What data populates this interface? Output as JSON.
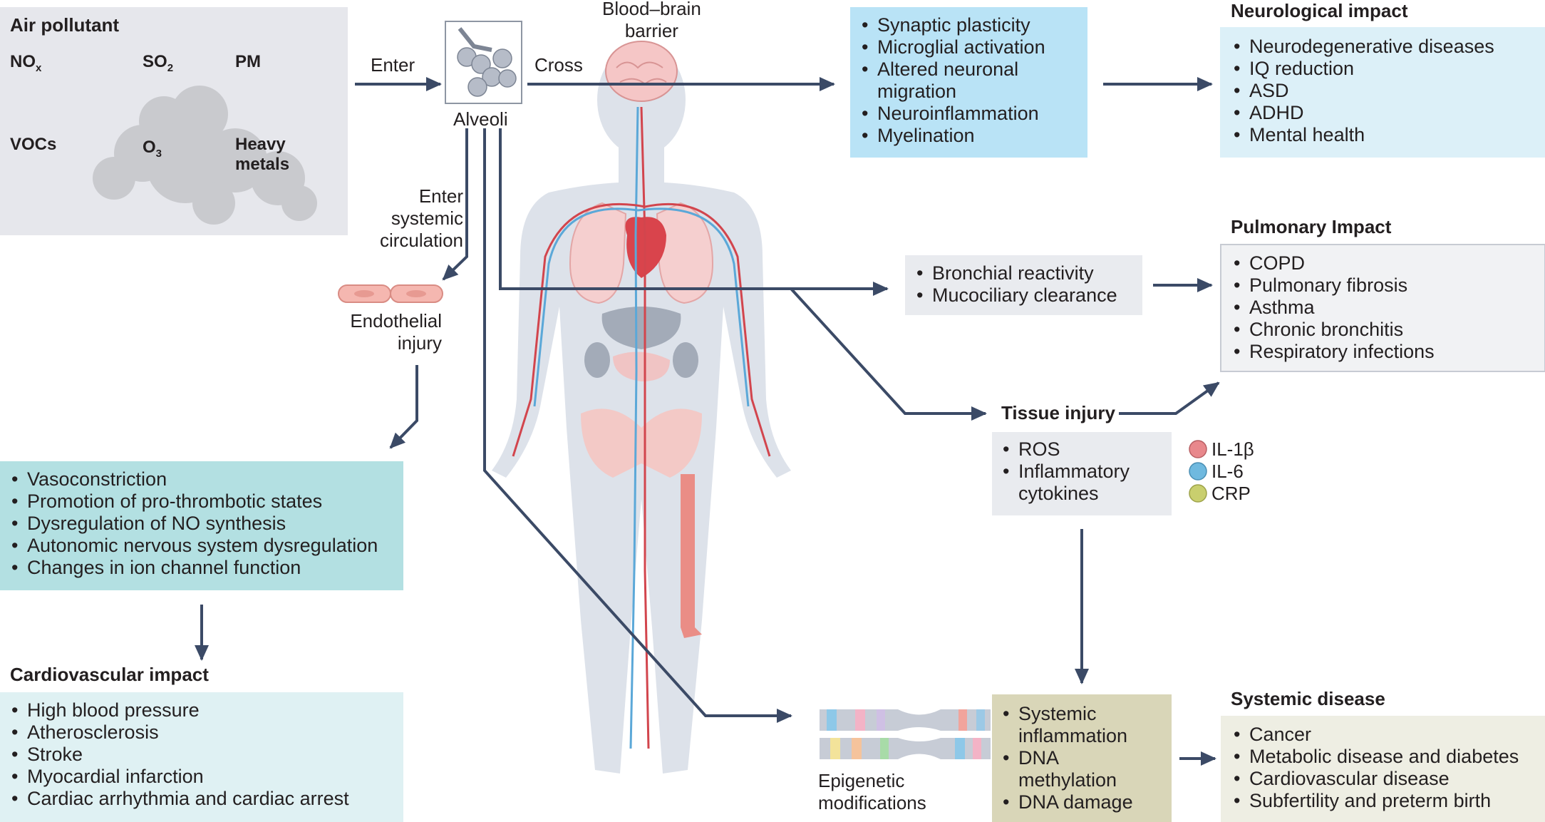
{
  "air_pollutant": {
    "title": "Air pollutant",
    "nox": "NO",
    "nox_sub": "x",
    "so2": "SO",
    "so2_sub": "2",
    "pm": "PM",
    "vocs": "VOCs",
    "o3": "O",
    "o3_sub": "3",
    "heavy_metals_1": "Heavy",
    "heavy_metals_2": "metals"
  },
  "labels": {
    "enter": "Enter",
    "alveoli": "Alveoli",
    "cross": "Cross",
    "bbb_1": "Blood–brain",
    "bbb_2": "barrier",
    "enter_systemic_1": "Enter",
    "enter_systemic_2": "systemic",
    "enter_systemic_3": "circulation",
    "endothelial_1": "Endothelial",
    "endothelial_2": "injury",
    "epigenetic_1": "Epigenetic",
    "epigenetic_2": "modifications"
  },
  "brain_effects": [
    "Synaptic plasticity",
    "Microglial activation",
    "Altered neuronal",
    "migration",
    "Neuroinflammation",
    "Myelination"
  ],
  "neurological": {
    "title": "Neurological impact",
    "items": [
      "Neurodegenerative diseases",
      "IQ reduction",
      "ASD",
      "ADHD",
      "Mental health"
    ]
  },
  "lung_effects": [
    "Bronchial reactivity",
    "Mucociliary clearance"
  ],
  "pulmonary": {
    "title": "Pulmonary Impact",
    "items": [
      "COPD",
      "Pulmonary fibrosis",
      "Asthma",
      "Chronic bronchitis",
      "Respiratory infections"
    ]
  },
  "tissue_injury": {
    "title": "Tissue injury",
    "items": [
      "ROS",
      "Inflammatory",
      "cytokines"
    ]
  },
  "cytokines": [
    {
      "label": "IL-1β",
      "color": "#e8888c"
    },
    {
      "label": "IL-6",
      "color": "#6fb9df"
    },
    {
      "label": "CRP",
      "color": "#c9cf6e"
    }
  ],
  "vascular_effects": [
    "Vasoconstriction",
    "Promotion of pro-thrombotic states",
    "Dysregulation of NO synthesis",
    "Autonomic nervous system dysregulation",
    "Changes in ion channel function"
  ],
  "cardiovascular": {
    "title": "Cardiovascular impact",
    "items": [
      "High blood pressure",
      "Atherosclerosis",
      "Stroke",
      "Myocardial infarction",
      "Cardiac arrhythmia and cardiac arrest"
    ]
  },
  "systemic_effects": [
    "Systemic",
    "inflammation",
    "DNA",
    "methylation",
    "DNA damage"
  ],
  "systemic_disease": {
    "title": "Systemic disease",
    "items": [
      "Cancer",
      "Metabolic disease and diabetes",
      "Cardiovascular disease",
      "Subfertility and preterm birth"
    ]
  },
  "colors": {
    "arrow": "#3b4a66",
    "pollutant_bg": "#e6e7ec",
    "brain_box": "#b9e3f6",
    "neuro_box": "#dcf0f8",
    "vascular_box": "#b3e0e2",
    "cardio_box": "#dff1f3",
    "grey_box": "#e9ebef",
    "systemic_box": "#d9d6b8",
    "disease_box": "#eeeee3"
  }
}
